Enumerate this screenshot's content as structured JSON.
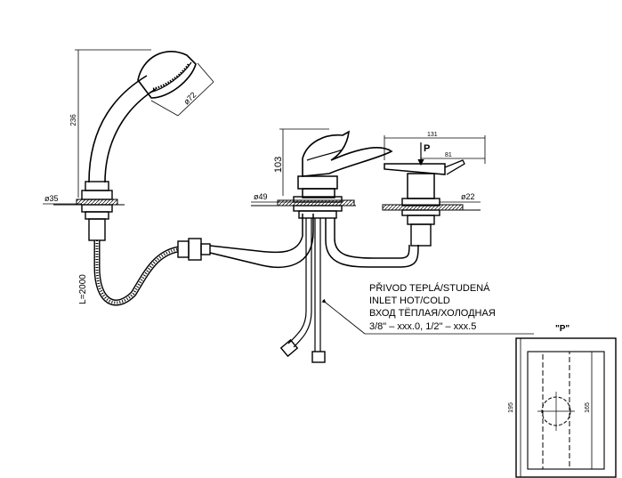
{
  "dimensions": {
    "height_236": "236",
    "diameter_72": "ø72",
    "diameter_35": "ø35",
    "hose_length": "L=2000",
    "height_103": "103",
    "diameter_49": "ø49",
    "width_131": "131",
    "width_81": "81",
    "diameter_22": "ø22",
    "height_195": "195",
    "height_165": "165"
  },
  "labels": {
    "view_p_marker": "P",
    "view_p_title": "\"P\"",
    "inlet_line_1": "PŘIVOD TEPLÁ/STUDENÁ",
    "inlet_line_2": "INLET HOT/COLD",
    "inlet_line_3": "ВХОД ТЁПЛАЯ/ХОЛОДНАЯ",
    "inlet_line_4": "3/8\" – xxx.0, 1/2\" – xxx.5"
  },
  "colors": {
    "line": "#000000",
    "background": "#ffffff"
  }
}
